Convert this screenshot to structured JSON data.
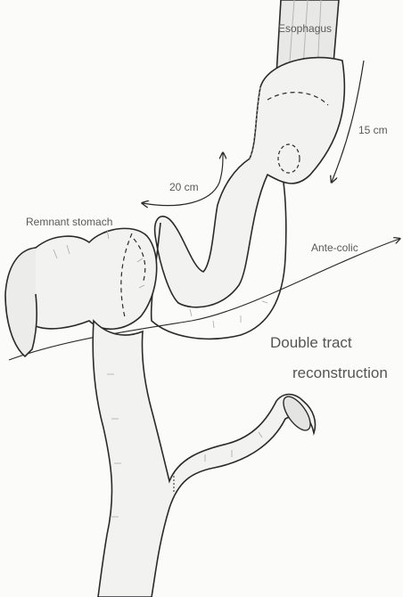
{
  "labels": {
    "esophagus": "Esophagus",
    "remnant_stomach": "Remnant stomach",
    "ante_colic": "Ante-colic",
    "dist_20": "20 cm",
    "dist_15": "15 cm",
    "title_line1": "Double tract",
    "title_line2": "reconstruction"
  },
  "colors": {
    "outline": "#2a2a2a",
    "organ_fill": "#f2f2f0",
    "shade": "#9a9a9a",
    "text": "#5a5a5a"
  }
}
